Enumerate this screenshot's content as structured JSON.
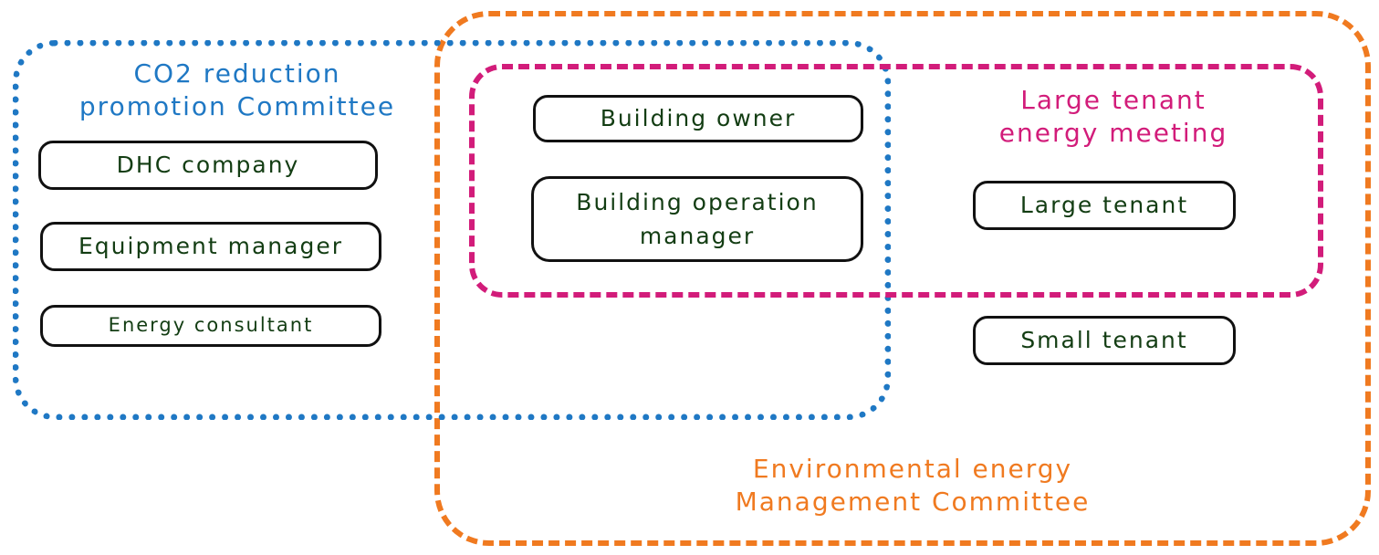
{
  "groups": {
    "co2": {
      "label": "CO2 reduction\npromotion Committee",
      "color": "#1f78c4"
    },
    "large_meeting": {
      "label": "Large tenant\nenergy meeting",
      "color": "#d21c7a"
    },
    "env": {
      "label": "Environmental energy\nManagement Committee",
      "color": "#f07a20"
    }
  },
  "nodes": {
    "dhc": "DHC company",
    "equipment_manager": "Equipment manager",
    "energy_consultant": "Energy consultant",
    "building_owner": "Building owner",
    "building_operation_manager": "Building operation\nmanager",
    "large_tenant": "Large tenant",
    "small_tenant": "Small tenant"
  }
}
